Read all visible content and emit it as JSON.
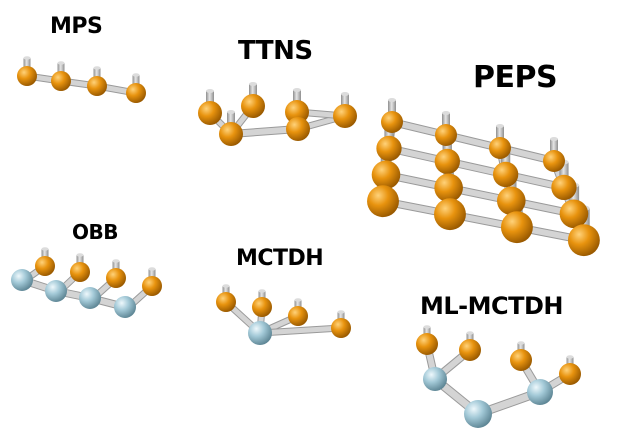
{
  "labels": {
    "mps": "MPS",
    "ttns": "TTNS",
    "peps": "PEPS",
    "obb": "OBB",
    "mctdh": "MCTDH",
    "ml_mctdh": "ML-MCTDH"
  },
  "colors": {
    "physical_site": "#e08a0a",
    "auxiliary_node": "#9ec6d4",
    "physical_leg": "#c4c4c4",
    "bond": "#d4d4d4"
  }
}
